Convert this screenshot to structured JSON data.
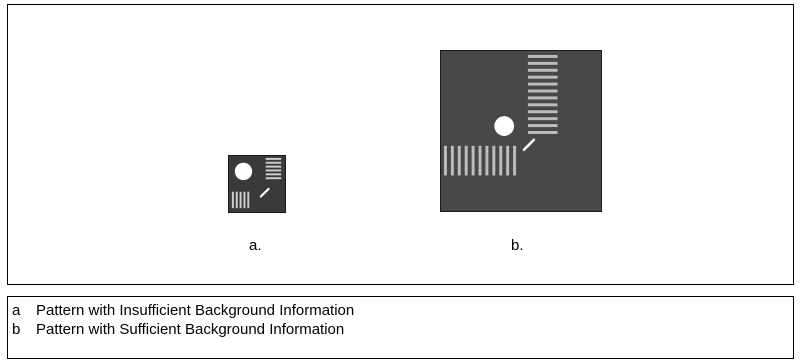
{
  "figure": {
    "panels": [
      {
        "key": "a",
        "caption": "a."
      },
      {
        "key": "b",
        "caption": "b."
      }
    ]
  },
  "legend": {
    "items": [
      {
        "key": "a",
        "text": "Pattern with Insufficient Background Information"
      },
      {
        "key": "b",
        "text": "Pattern with Sufficient Background Information"
      }
    ]
  },
  "colors": {
    "pattern_background_a": "#3c3c3c",
    "pattern_background_b": "#4a4a4a",
    "pattern_feature": "#d8d8d8",
    "circle": "#ffffff"
  }
}
